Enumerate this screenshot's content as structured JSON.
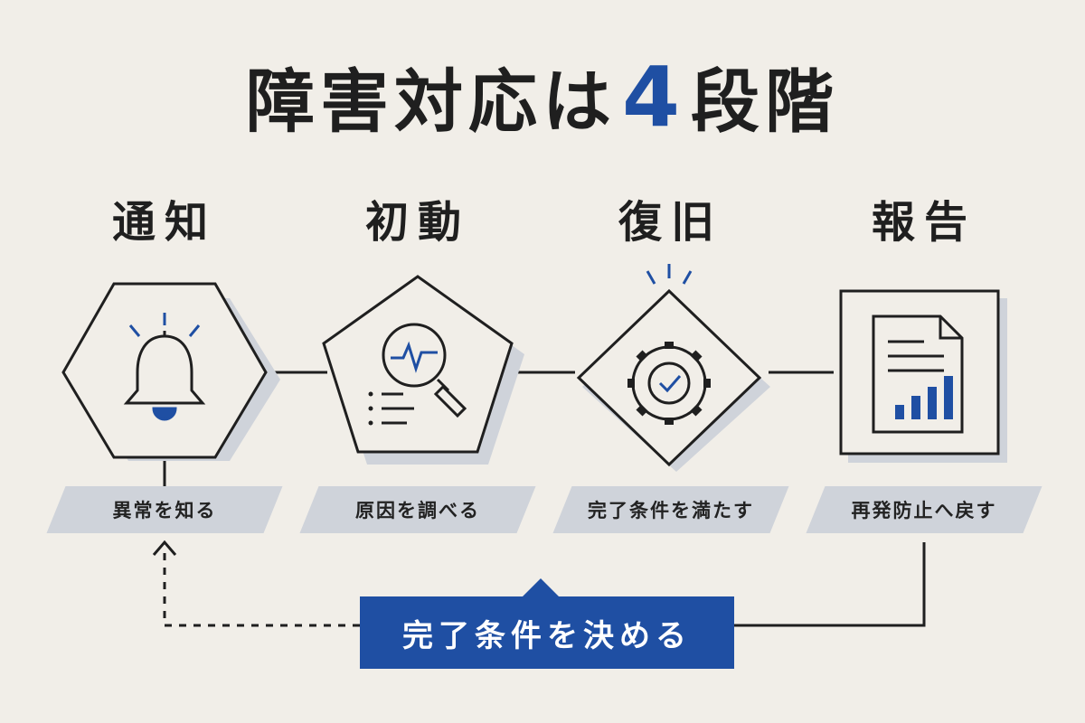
{
  "title": {
    "main": "障害対応は",
    "number": "4",
    "suffix": "段階"
  },
  "steps": [
    {
      "name": "通知",
      "label": "異常を知る",
      "icon": "bell-icon"
    },
    {
      "name": "初動",
      "label": "原因を調べる",
      "icon": "magnifier-icon"
    },
    {
      "name": "復旧",
      "label": "完了条件を満たす",
      "icon": "gear-check-icon"
    },
    {
      "name": "報告",
      "label": "再発防止へ戻す",
      "icon": "report-chart-icon"
    }
  ],
  "cta": {
    "label": "完了条件を決める"
  },
  "colors": {
    "accent": "#1f4fa3",
    "shadow": "#cfd3da",
    "line": "#1f1f1f",
    "background": "#f1eee8"
  }
}
